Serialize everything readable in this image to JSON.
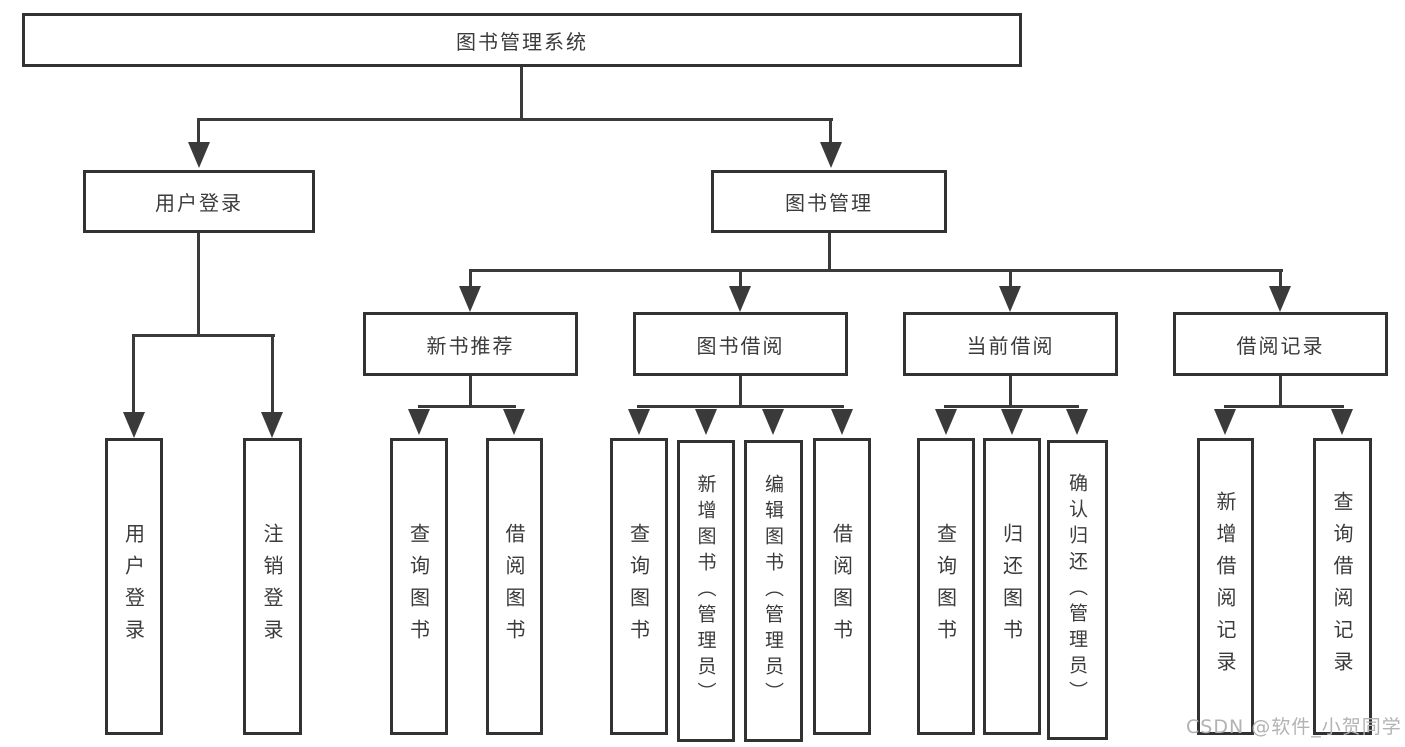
{
  "colors": {
    "background": "#ffffff",
    "line": "#3a3a3a",
    "box_border": "#323232",
    "text": "#3b3b3d",
    "watermark_text": "#b3b3b3"
  },
  "tree": {
    "root": "图书管理系统",
    "children": [
      {
        "label": "用户登录",
        "leaves": [
          "用户登录",
          "注销登录"
        ]
      },
      {
        "label": "图书管理",
        "children": [
          {
            "label": "新书推荐",
            "leaves": [
              "查询图书",
              "借阅图书"
            ]
          },
          {
            "label": "图书借阅",
            "leaves": [
              "查询图书",
              "新增图书（管理员）",
              "编辑图书（管理员）",
              "借阅图书"
            ]
          },
          {
            "label": "当前借阅",
            "leaves": [
              "查询图书",
              "归还图书",
              "确认归还（管理员）"
            ]
          },
          {
            "label": "借阅记录",
            "leaves": [
              "新增借阅记录",
              "查询借阅记录"
            ]
          }
        ]
      }
    ]
  },
  "watermark": "CSDN @软件_小贺同学"
}
